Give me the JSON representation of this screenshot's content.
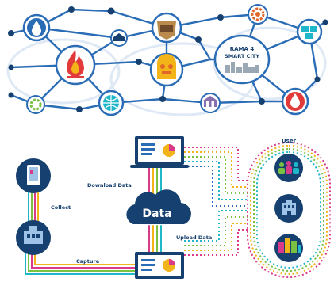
{
  "smart_city": {
    "title_line1": "RAMA 4",
    "title_line2": "SMART CITY"
  },
  "data_flow": {
    "center_label": "Data",
    "download_label": "Download Data",
    "upload_label": "Upload Data",
    "collect_label": "Collect",
    "capture_label": "Capture",
    "user_label": "User"
  },
  "icons": {
    "water": "water-drop-icon",
    "building_small": "small-building-icon",
    "police": "police-badge-icon",
    "gear": "gear-icon",
    "network_screens": "network-screens-icon",
    "fire": "fire-icon",
    "smart_building": "smart-building-icon",
    "globe": "globe-icon",
    "bank": "bank-icon",
    "fire_alarm": "fire-alarm-icon"
  },
  "colors": {
    "network_blue": "#2a6cb5",
    "node_dark": "#16406f",
    "download_magenta": "#d93a8a",
    "upload_yellow": "#f2b418",
    "collect_green": "#7ac143",
    "capture_cyan": "#1fb6c9",
    "user_red": "#e23a3a"
  }
}
